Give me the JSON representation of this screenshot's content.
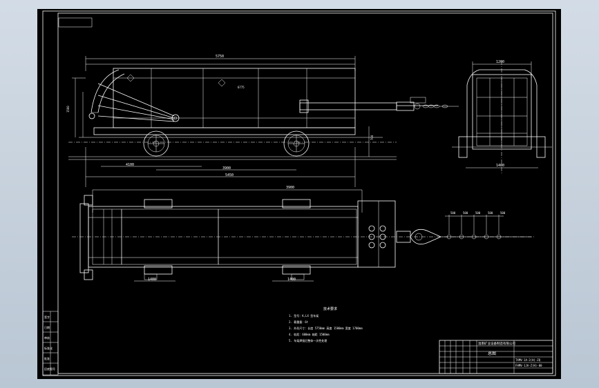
{
  "drawing": {
    "tech_requirements": {
      "heading": "技术要求",
      "lines": [
        "1. 型号：K,LX 型车架",
        "2. 载重量：6t",
        "3. 外形尺寸：长度 5750mm 高度 1500mm 宽度 1700mm",
        "4. 轨距：600mm 轴距 1500mm",
        "5. 车架焊接后整体一次性处理"
      ]
    },
    "title_block": {
      "company": "淮南矿业设备制造有限公司",
      "drawing_name": "总图",
      "model_code": "TXMV-1A-2(H)-ZQ",
      "drawing_no": "FHMV-1JA-Z(H)-00"
    },
    "side_strip_labels": [
      "签字",
      "日期",
      "审核",
      "标准化",
      "批准",
      "旧底图号"
    ],
    "dimensions": {
      "top_overall": "5750",
      "side_bottom_1": "4100",
      "side_bottom_2": "3900",
      "side_bottom_3": "5450",
      "front_top": "1200",
      "front_bottom": "1400",
      "plan_top": "3900",
      "plan_bottom_left": "1400",
      "plan_bottom_mid": "1400",
      "chain_dims": [
        "500",
        "500",
        "500",
        "500",
        "500"
      ]
    }
  }
}
